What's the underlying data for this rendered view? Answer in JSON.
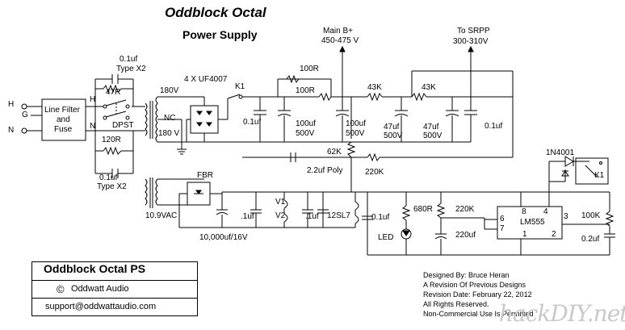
{
  "title": "Oddblock Octal",
  "subtitle": "Power Supply",
  "labels": {
    "h_in": "H",
    "g_in": "G",
    "n_in": "N",
    "line_filter": "Line Filter",
    "line_and": "and",
    "line_fuse": "Fuse",
    "h_node": "H",
    "n_node": "N",
    "c_x2_top_val": "0.1uf",
    "c_x2_top_type": "Type X2",
    "r47": "47R",
    "dpst": "DPST",
    "r120": "120R",
    "c_x2_bot_val": "0.1uf",
    "c_x2_bot_type": "Type X2",
    "v180a": "180V",
    "nc": "NC",
    "v180b": "180 V",
    "diodes": "4 X UF4007",
    "k1_sw": "K1",
    "main_b1": "Main B+",
    "main_b2": "450-475 V",
    "srpp1": "To SRPP",
    "srpp2": "300-310V",
    "r100a": "100R",
    "r100b": "100R",
    "r43a": "43K",
    "r43b": "43K",
    "c01_a": "0.1uf",
    "c100a_v": "100uf",
    "c100a_w": "500V",
    "c100b_v": "100uf",
    "c100b_w": "500V",
    "c47a_v": "47uf",
    "c47a_w": "500V",
    "c47b_v": "47uf",
    "c47b_w": "500V",
    "c01_b": "0.1uf",
    "r62k": "62K",
    "cpoly": "2.2uf Poly",
    "r220k_a": "220K",
    "fbr": "FBR",
    "v109": "10.9VAC",
    "cap_10000": "10,000uf/16V",
    "c1uf_a": ".1uf",
    "c1uf_b": ".1uf",
    "v1": "V1",
    "v2": "V2",
    "tube": "12SL7",
    "c01_c": "0.1uf",
    "r680": "680R",
    "led": "LED",
    "r220k_b": "220K",
    "c220": "220uf",
    "lm555": "LM555",
    "pin8": "8",
    "pin4": "4",
    "pin3": "3",
    "pin6": "6",
    "pin7": "7",
    "pin1": "1",
    "pin2": "2",
    "d1n4001": "1N4001",
    "k1_relay": "K1",
    "r100k": "100K",
    "c02": "0.2uf"
  },
  "title_block": {
    "name": "Oddblock Octal PS",
    "company": "Oddwatt Audio",
    "copyright_symbol": "©",
    "email": "support@oddwattaudio.com"
  },
  "credits": [
    "Designed By: Bruce Heran",
    "A Revision Of Previous Designs",
    "Revision Date:  February 22, 2012",
    "All Rights Reserved.",
    "Non-Commercial Use Is Permitted"
  ],
  "watermark": "hackDIY.net"
}
